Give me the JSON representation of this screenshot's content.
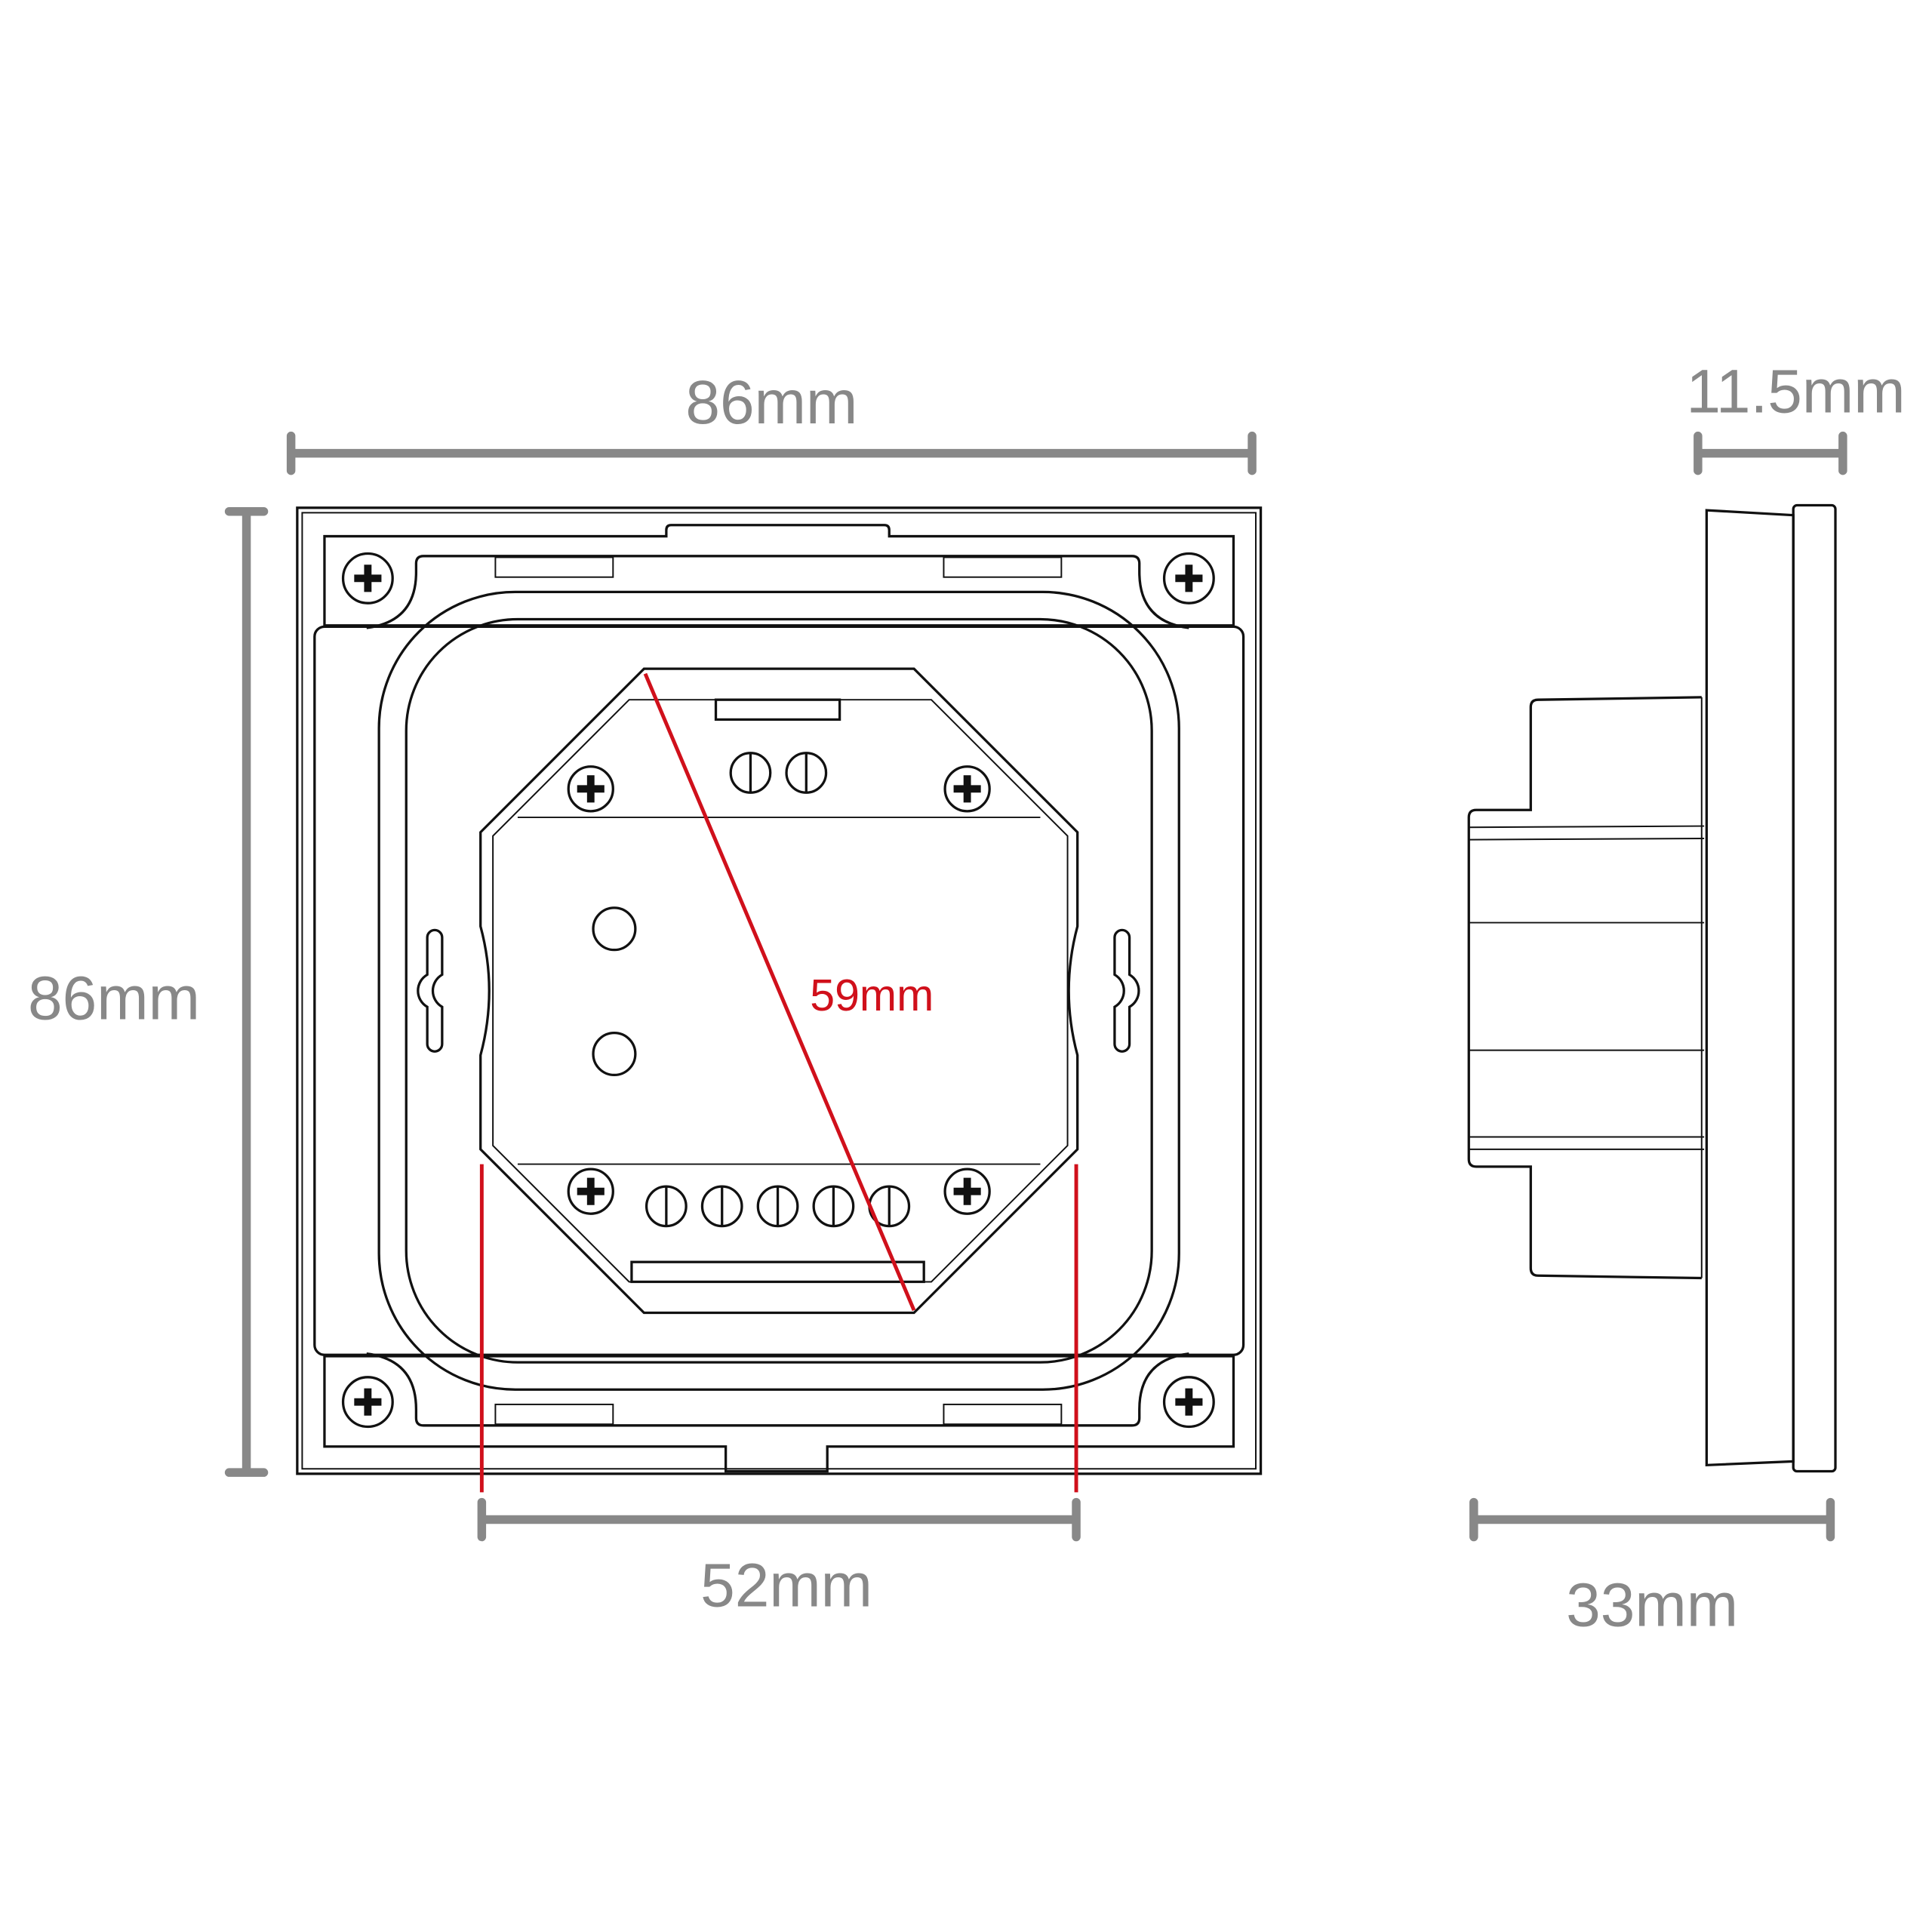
{
  "dimensions": {
    "front_width": "86mm",
    "front_height": "86mm",
    "box_width": "52mm",
    "diagonal": "59mm",
    "plate_depth": "11.5mm",
    "total_depth": "33mm"
  },
  "colors": {
    "dimension": "#888888",
    "highlight": "#d0101b",
    "outline": "#111111"
  }
}
